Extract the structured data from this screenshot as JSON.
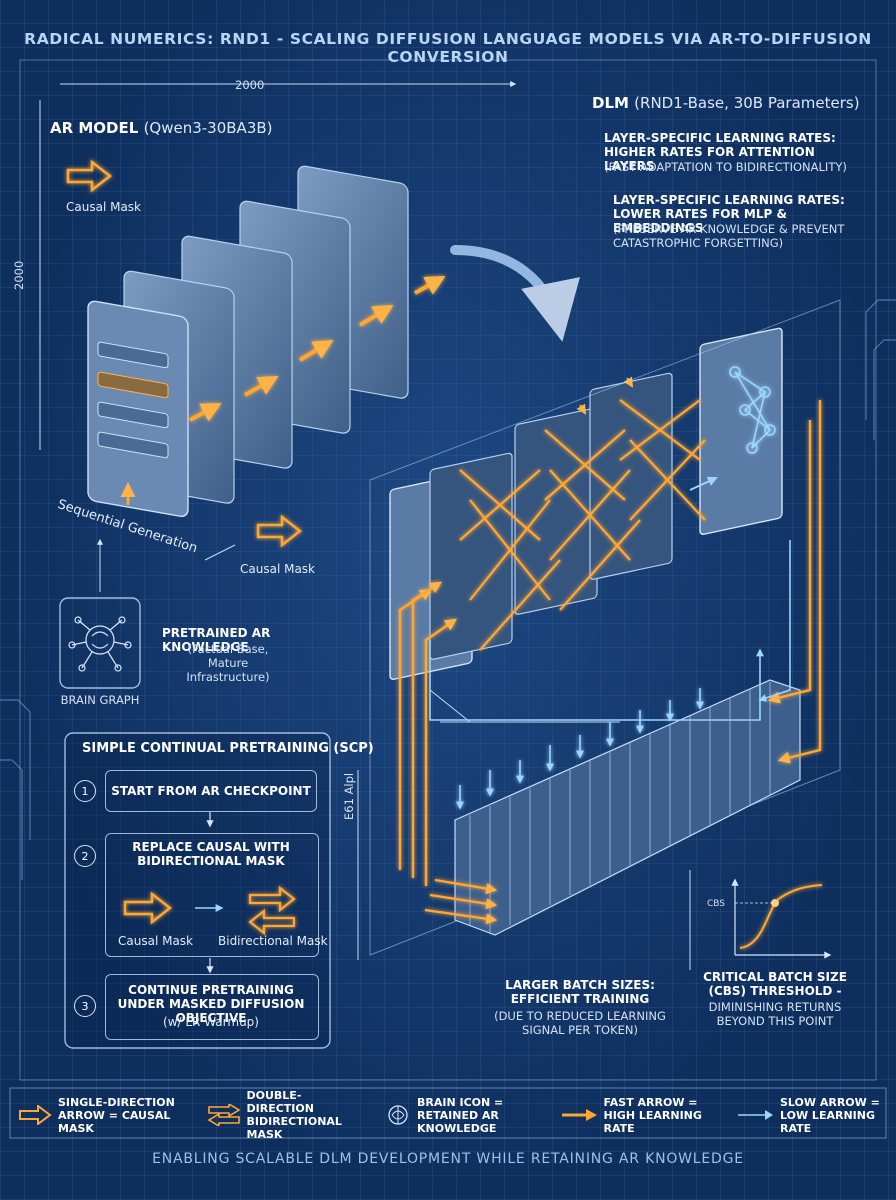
{
  "title": "RADICAL NUMERICS: RND1 - SCALING DIFFUSION LANGUAGE MODELS VIA AR-TO-DIFFUSION CONVERSION",
  "dimensions": {
    "width_label": "2000",
    "height_label": "2000",
    "vertical_label": "E61 Alpl"
  },
  "ar_model": {
    "label": "AR MODEL",
    "sub": "(Qwen3-30BA3B)",
    "causal_mask_top": "Causal Mask",
    "causal_mask_bottom": "Causal Mask",
    "sequential": "Sequential Generation"
  },
  "dlm": {
    "label": "DLM",
    "sub": "(RND1-Base, 30B Parameters)",
    "lr_high_title": "LAYER-SPECIFIC LEARNING RATES: HIGHER RATES FOR ATTENTION LAYERS",
    "lr_high_note": "(FAST ADAPTATION TO BIDIRECTIONALITY)",
    "lr_low_title": "LAYER-SPECIFIC LEARNING RATES: LOWER RATES FOR MLP & EMBEDDINGS",
    "lr_low_note": "(PRESERVE AR KNOWLEDGE & PREVENT CATASTROPHIC FORGETTING)"
  },
  "brain": {
    "icon_label": "BRAIN GRAPH",
    "title": "PRETRAINED AR KNOWLEDGE",
    "desc": "(Factual Base, Mature Infrastructure)"
  },
  "scp": {
    "title": "SIMPLE CONTINUAL PRETRAINING (SCP)",
    "steps": [
      {
        "num": "1",
        "label": "START FROM AR CHECKPOINT"
      },
      {
        "num": "2",
        "label": "REPLACE CAUSAL WITH BIDIRECTIONAL MASK",
        "left_caption": "Causal Mask",
        "right_caption": "Bidirectional Mask"
      },
      {
        "num": "3",
        "label": "CONTINUE PRETRAINING UNDER MASKED DIFFUSION OBJECTIVE",
        "note": "(w/ LR Warmup)"
      }
    ]
  },
  "batch": {
    "title": "LARGER BATCH SIZES: EFFICIENT TRAINING",
    "note": "(DUE TO REDUCED LEARNING SIGNAL PER TOKEN)"
  },
  "cbs": {
    "axis_label": "CBS",
    "title": "CRITICAL BATCH SIZE (CBS) THRESHOLD -",
    "note": "DIMINISHING RETURNS BEYOND THIS POINT"
  },
  "legend": [
    {
      "icon": "single-arrow-icon",
      "text": "SINGLE-DIRECTION ARROW = CAUSAL MASK"
    },
    {
      "icon": "double-arrow-icon",
      "text": "DOUBLE-DIRECTION BIDIRECTIONAL MASK"
    },
    {
      "icon": "brain-icon",
      "text": "BRAIN ICON = RETAINED AR KNOWLEDGE"
    },
    {
      "icon": "fast-arrow-icon",
      "text": "FAST ARROW = HIGH LEARNING RATE"
    },
    {
      "icon": "slow-arrow-icon",
      "text": "SLOW ARROW = LOW LEARNING RATE"
    }
  ],
  "footer": "ENABLING SCALABLE DLM DEVELOPMENT WHILE RETAINING AR KNOWLEDGE",
  "colors": {
    "orange": "#ffa733",
    "blue_light": "#8fd0ff",
    "panel": "#5b7fa8",
    "line": "#c8dcf7"
  }
}
